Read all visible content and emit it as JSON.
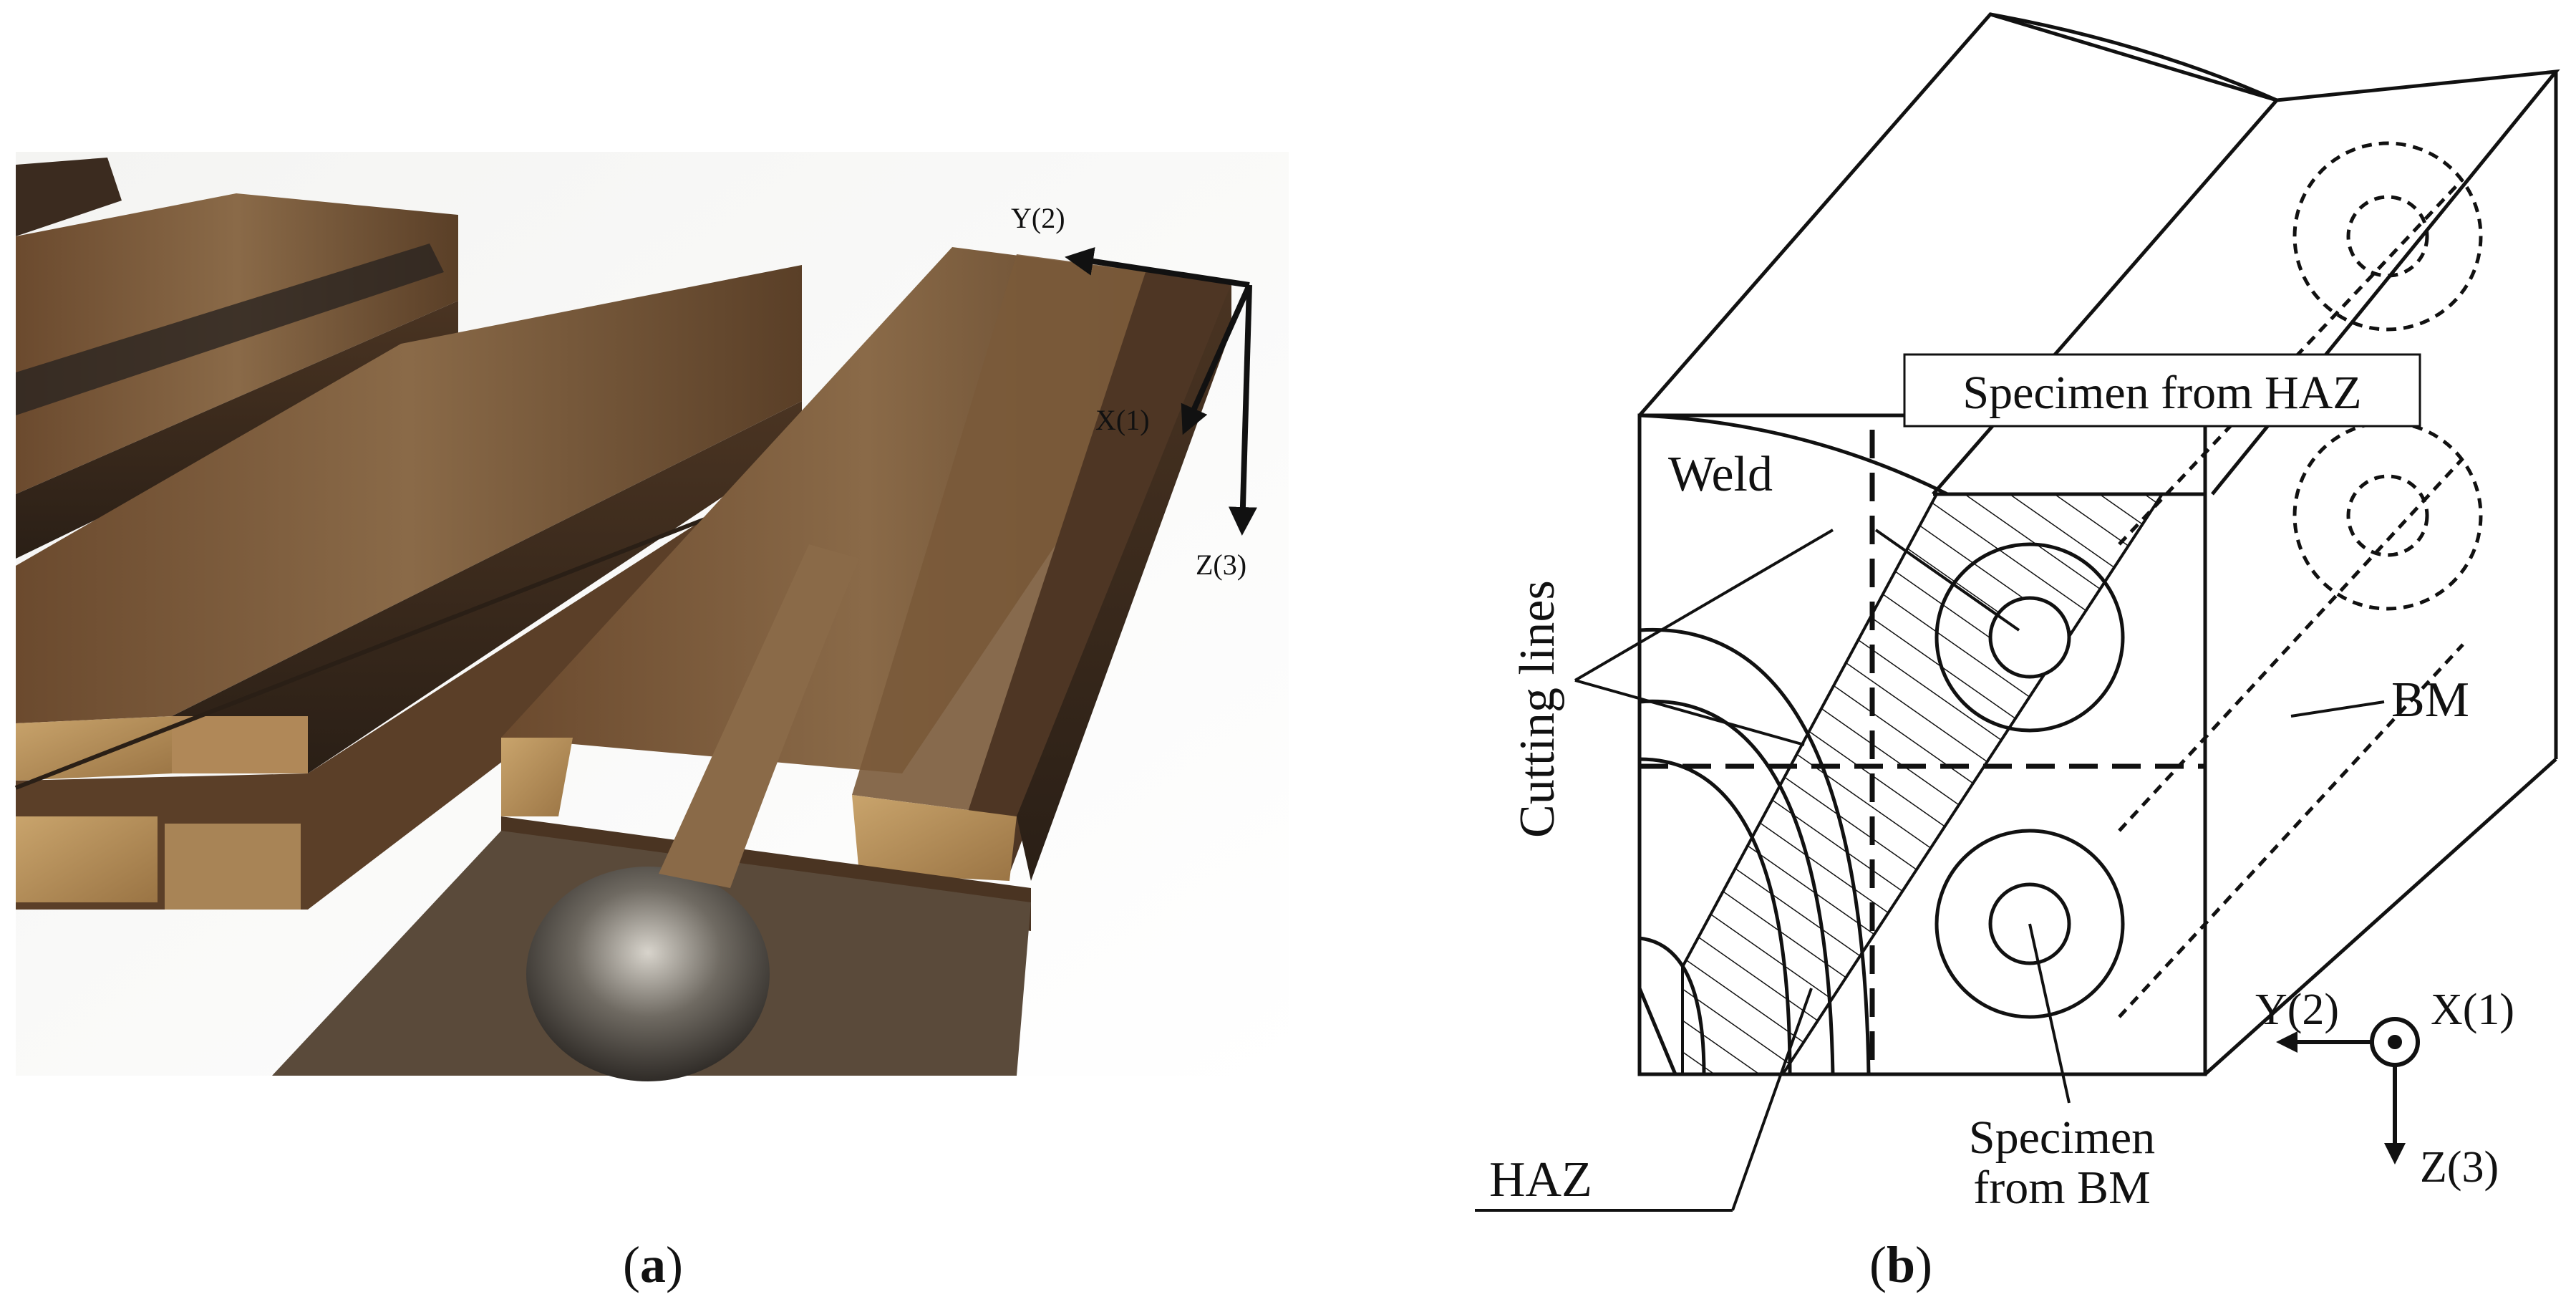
{
  "panel_a": {
    "caption_open": "(",
    "caption_letter": "a",
    "caption_close": ")",
    "axes": {
      "y": "Y(2)",
      "x": "X(1)",
      "z": "Z(3)"
    }
  },
  "panel_b": {
    "caption_open": "(",
    "caption_letter": "b",
    "caption_close": ")",
    "labels": {
      "weld": "Weld",
      "specimen_haz": "Specimen from HAZ",
      "cutting_lines": "Cutting lines",
      "bm": "BM",
      "haz": "HAZ",
      "specimen_bm_line1": "Specimen",
      "specimen_bm_line2": "from BM"
    },
    "axes": {
      "y": "Y(2)",
      "x": "X(1)",
      "z": "Z(3)"
    }
  },
  "colors": {
    "rust": "#7a5030",
    "dark_steel": "#3a3530",
    "cut_face": "#b8915a",
    "line": "#111111"
  }
}
